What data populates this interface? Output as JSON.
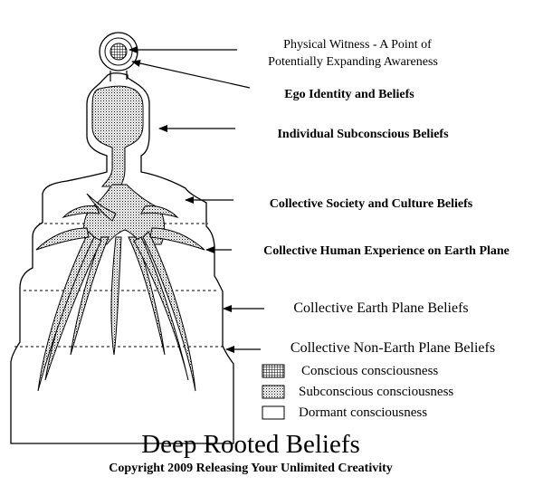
{
  "labels": {
    "witness_line1": "Physical Witness - A Point of",
    "witness_line2": "Potentially Expanding Awareness",
    "ego": "Ego Identity and Beliefs",
    "individual": "Individual Subconscious Beliefs",
    "collective_society": "Collective Society and Culture Beliefs",
    "collective_human": "Collective Human Experience on Earth Plane",
    "collective_earth": "Collective Earth Plane Beliefs",
    "collective_non_earth": "Collective Non-Earth Plane Beliefs"
  },
  "legend": {
    "conscious": "Conscious consciousness",
    "subconscious": "Subconscious consciousness",
    "dormant": "Dormant consciousness"
  },
  "title": "Deep Rooted Beliefs",
  "copyright": "Copyright 2009 Releasing Your Unlimited Creativity"
}
